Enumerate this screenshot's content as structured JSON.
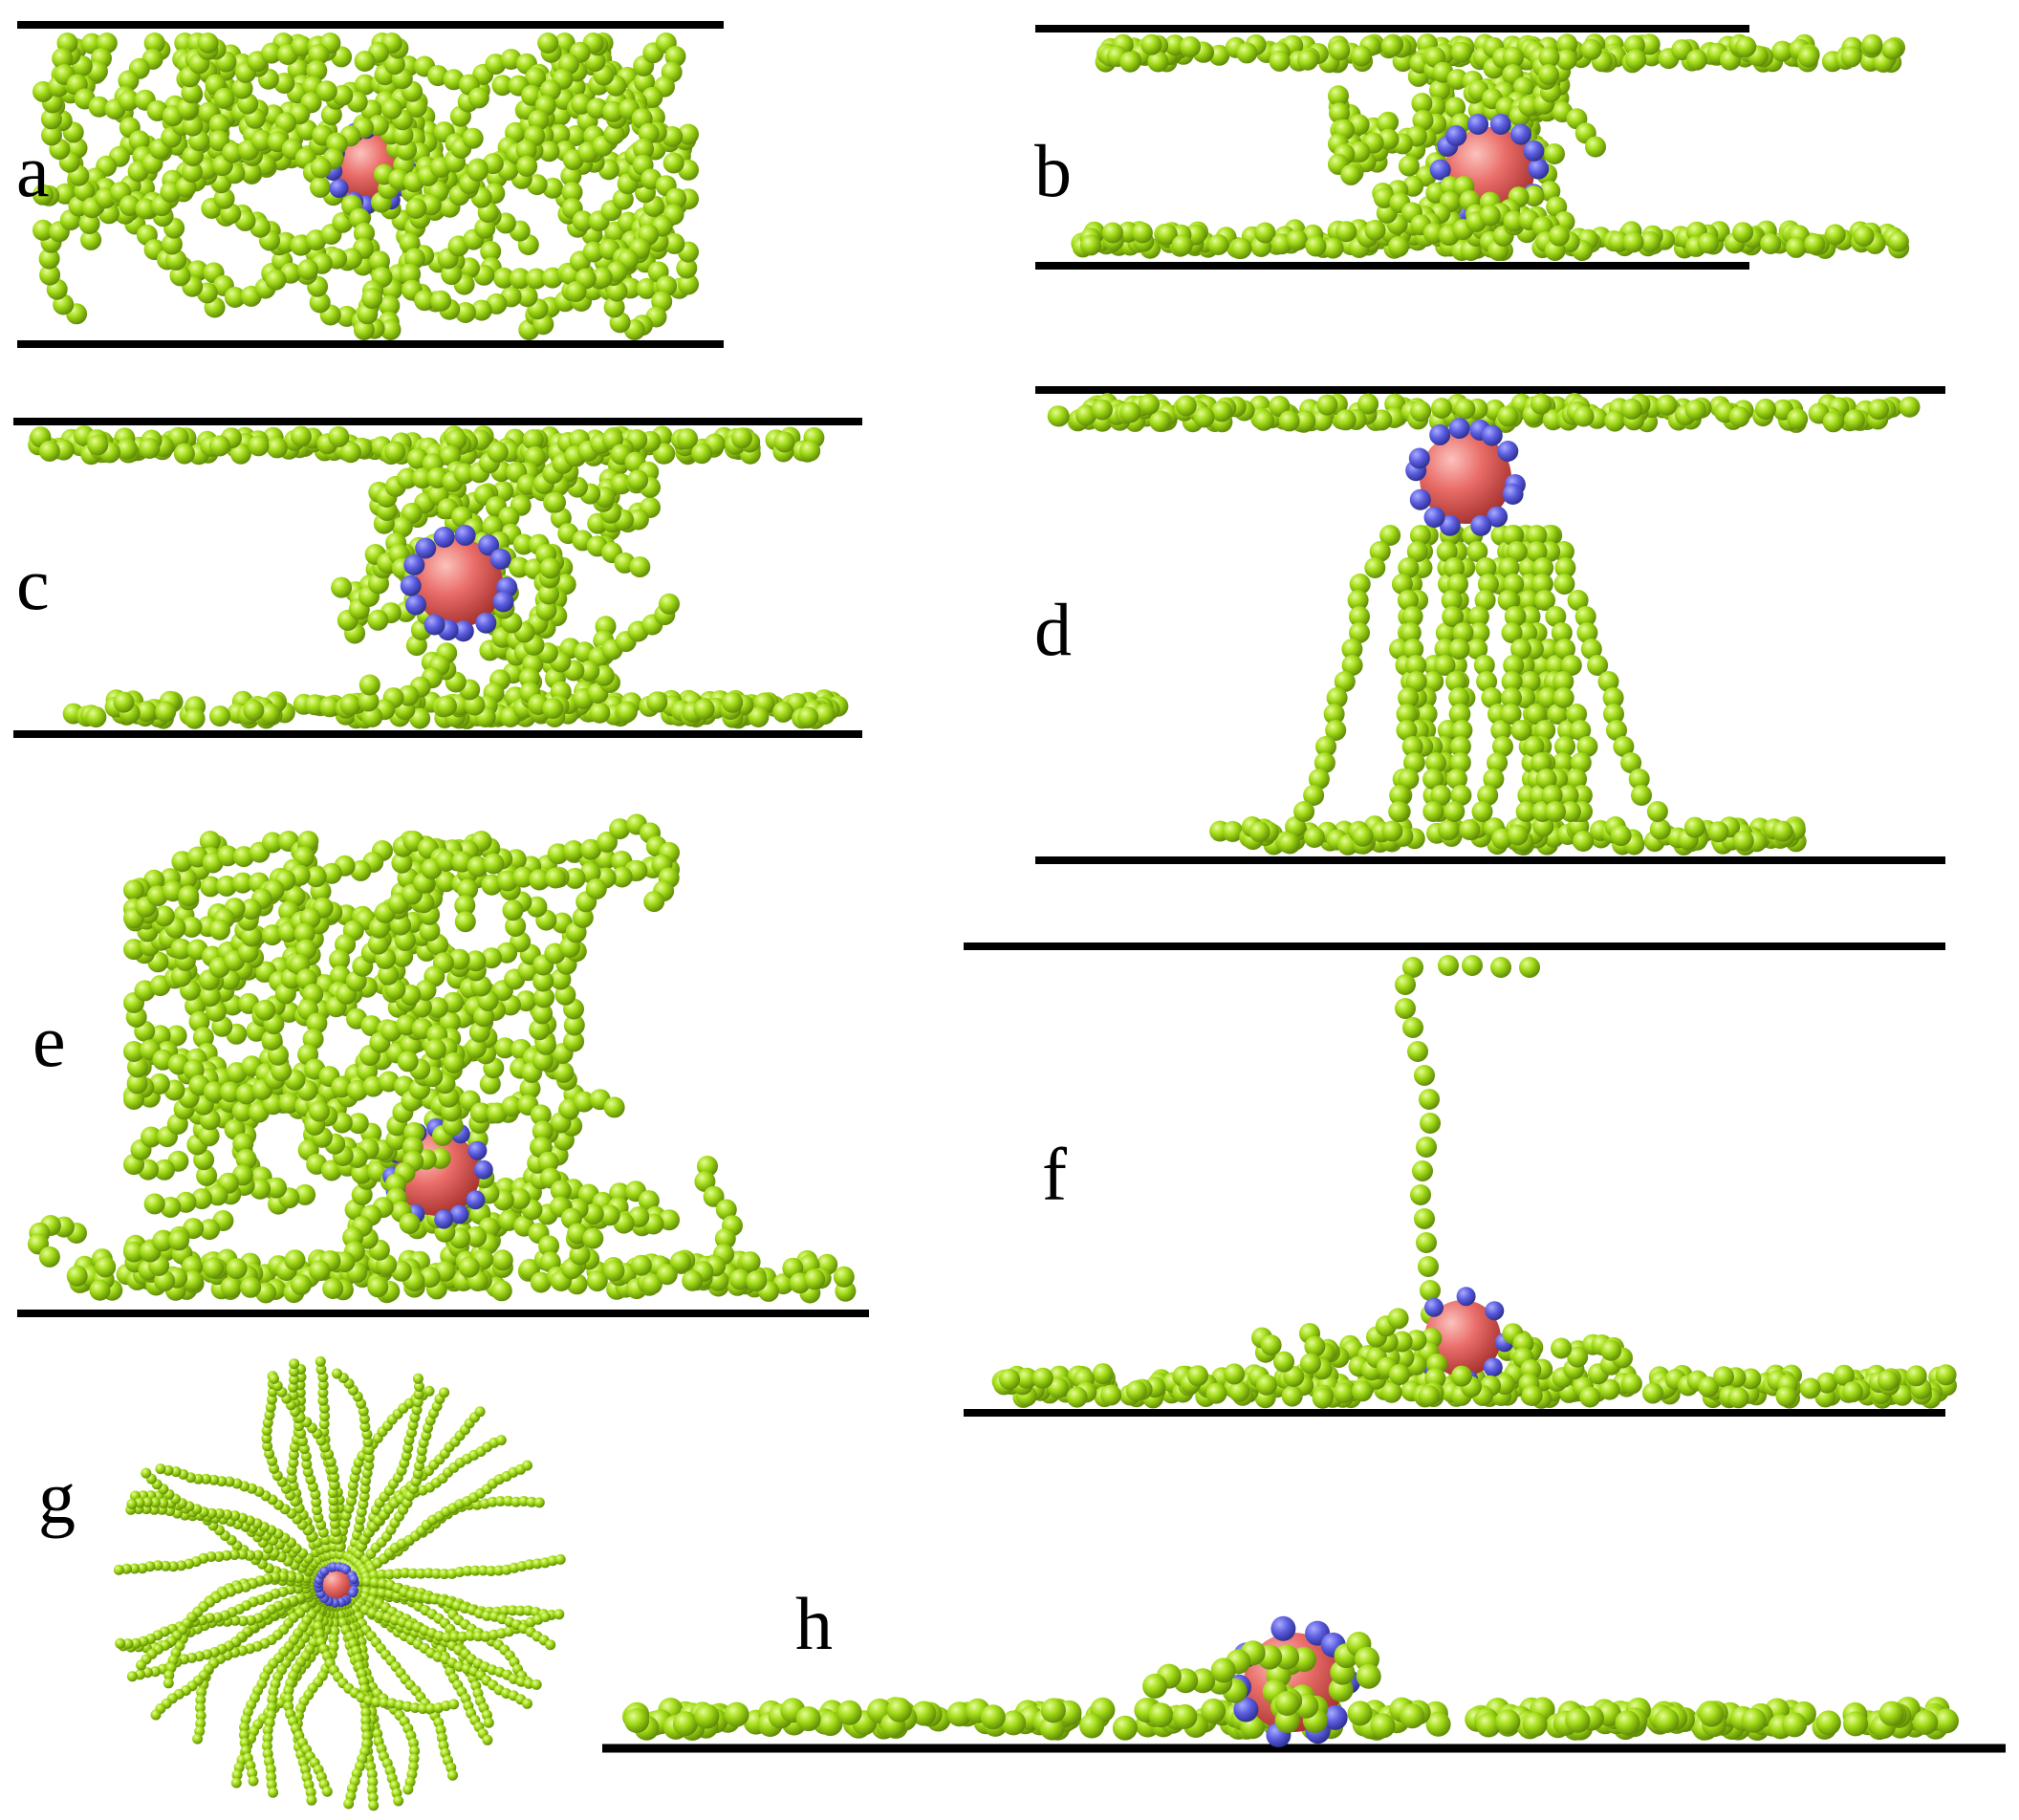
{
  "colors": {
    "polymer_bead": "#a4dd19",
    "polymer_bead_edge": "#6d9a0a",
    "polymer_highlight": "#d9f57a",
    "nanoparticle": "#ea6e6a",
    "nanoparticle_edge": "#b8403d",
    "nanoparticle_highlight": "#f7b3ae",
    "anchor_bead": "#5b5de0",
    "anchor_bead_edge": "#3638a6",
    "wall": "#000000",
    "background": "#ffffff"
  },
  "panels": [
    {
      "id": "a",
      "label": "a",
      "walls": 2,
      "morphology": "dense-brush-between-walls"
    },
    {
      "id": "b",
      "label": "b",
      "walls": 2,
      "morphology": "bridge-narrow"
    },
    {
      "id": "c",
      "label": "c",
      "walls": 2,
      "morphology": "bridge-hourglass"
    },
    {
      "id": "d",
      "label": "d",
      "walls": 2,
      "morphology": "bridge-column"
    },
    {
      "id": "e",
      "label": "e",
      "walls": 1,
      "morphology": "brush-on-single-wall"
    },
    {
      "id": "f",
      "label": "f",
      "walls": 2,
      "morphology": "collapsed-with-single-chain"
    },
    {
      "id": "g",
      "label": "g",
      "walls": 0,
      "morphology": "star-top-view"
    },
    {
      "id": "h",
      "label": "h",
      "walls": 1,
      "morphology": "flattened-layer"
    }
  ]
}
